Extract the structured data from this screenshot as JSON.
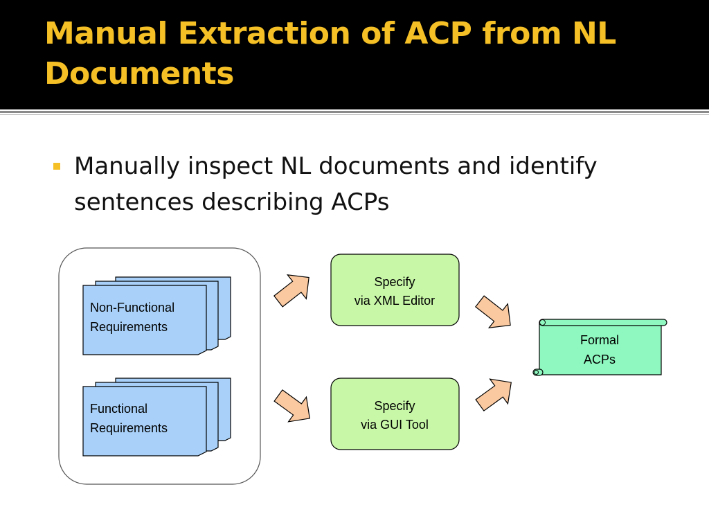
{
  "slide": {
    "title": "Manual Extraction of ACP from NL Documents",
    "bullets": [
      "Manually inspect NL documents and identify sentences describing ACPs"
    ]
  },
  "diagram": {
    "documents": [
      {
        "label_line1": "Non-Functional",
        "label_line2": "Requirements"
      },
      {
        "label_line1": "Functional",
        "label_line2": "Requirements"
      }
    ],
    "processes": [
      {
        "label_line1": "Specify",
        "label_line2": "via XML Editor"
      },
      {
        "label_line1": "Specify",
        "label_line2": "via GUI Tool"
      }
    ],
    "output": {
      "label_line1": "Formal",
      "label_line2": "ACPs"
    }
  },
  "colors": {
    "title_bg": "#000000",
    "title_text": "#f5c026",
    "bullet_marker": "#f5c026",
    "document_fill": "#a8d0f8",
    "process_fill": "#c8f7a8",
    "output_fill": "#8ff8c0",
    "arrow_fill": "#fbc9a0"
  }
}
